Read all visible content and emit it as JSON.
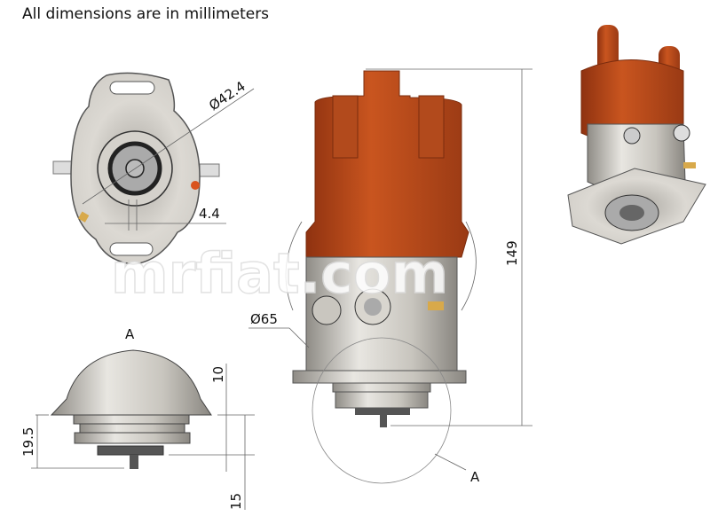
{
  "title": "All dimensions are in millimeters",
  "dimensions": {
    "top_view_diameter": "Ø42.4",
    "top_view_offset": "4.4",
    "body_diameter": "Ø65",
    "overall_height": "149",
    "detail_height_10": "10",
    "detail_height_19_5": "19.5",
    "detail_height_15": "15"
  },
  "detail_labels": {
    "view_a_title": "A",
    "section_a_callout": "A"
  },
  "watermark": "mrfiat.com",
  "colors": {
    "cap": "#b9461b",
    "metal": "#c9c6bf",
    "line": "#666666"
  }
}
